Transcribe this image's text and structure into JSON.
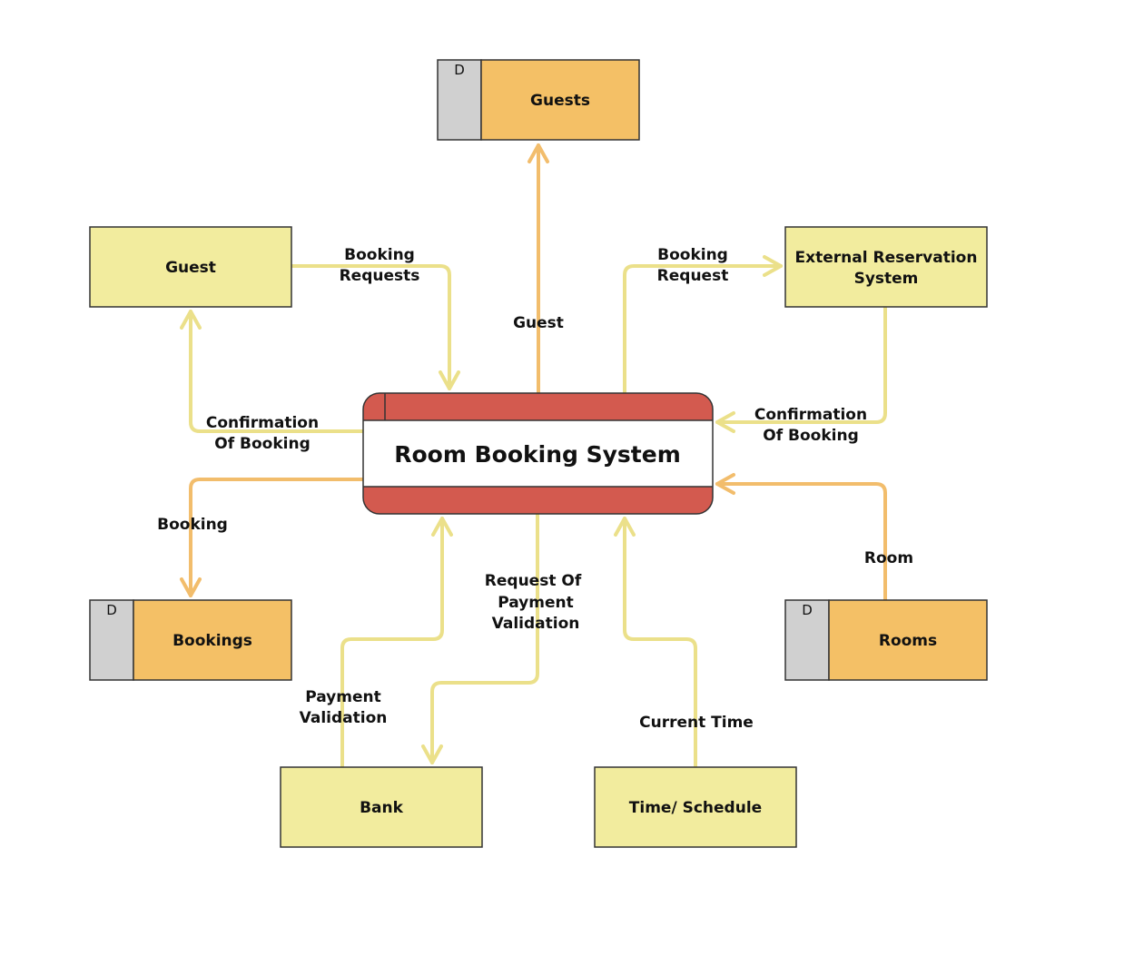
{
  "process": {
    "name": "Room Booking System"
  },
  "entities": {
    "guest": "Guest",
    "external": [
      "External Reservation",
      "System"
    ],
    "bank": "Bank",
    "time": "Time/ Schedule"
  },
  "stores": {
    "tag": "D",
    "guests": "Guests",
    "bookings": "Bookings",
    "rooms": "Rooms"
  },
  "flows": {
    "booking_requests": [
      "Booking",
      "Requests"
    ],
    "booking_request": [
      "Booking",
      "Request"
    ],
    "guest": "Guest",
    "confirmation_left": [
      "Confirmation",
      "Of Booking"
    ],
    "confirmation_right": [
      "Confirmation",
      "Of Booking"
    ],
    "booking": "Booking",
    "room": "Room",
    "request_of_payment_validation": [
      "Request Of",
      "Payment",
      "Validation"
    ],
    "payment_validation": [
      "Payment",
      "Validation"
    ],
    "current_time": "Current Time"
  },
  "colors": {
    "entity_fill": "#f2ec9e",
    "store_fill": "#f4c066",
    "store_tag_fill": "#d0d0d0",
    "process_band": "#d35a4f",
    "flow_yellow": "#ebe08a",
    "flow_orange": "#f2bd6c"
  }
}
